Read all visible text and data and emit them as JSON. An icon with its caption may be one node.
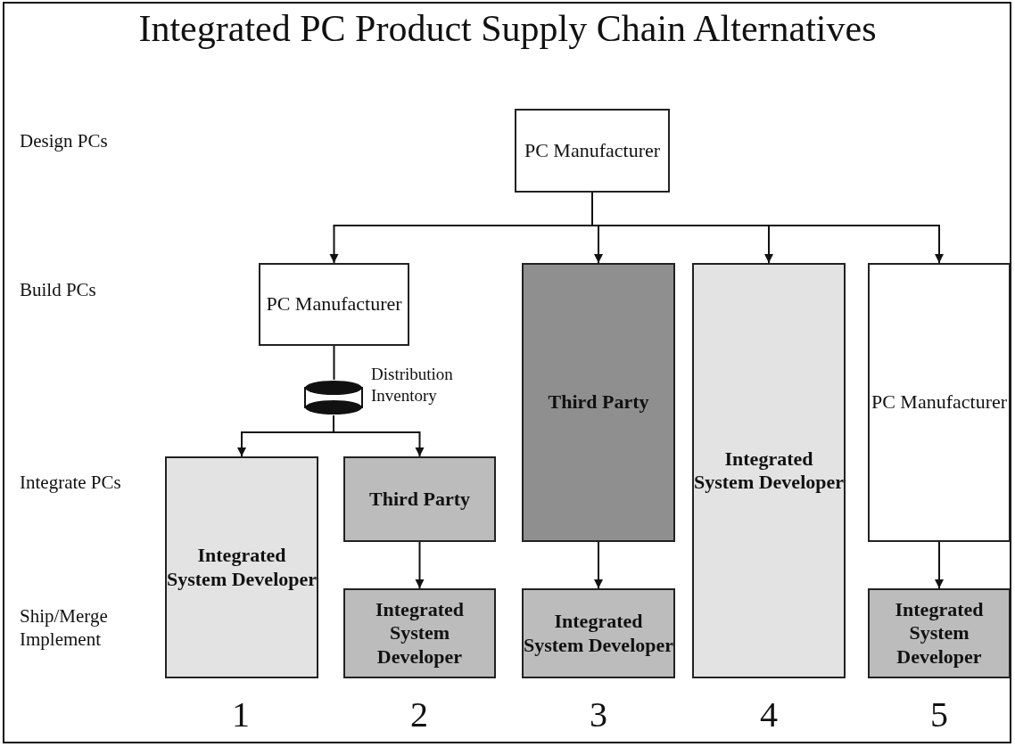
{
  "diagram": {
    "title": "Integrated PC Product Supply Chain Alternatives",
    "nodes": [
      {
        "text": [
          "PC Manufacturer"
        ]
      },
      {
        "text": [
          "PC Manufacturer"
        ]
      },
      {
        "text": [],
        "shape": "cylinder",
        "beside": [
          "Distribution Inventory"
        ]
      },
      {
        "text": [
          "Integrated System Developer"
        ]
      },
      {
        "text": [
          "Third Party"
        ]
      },
      {
        "text": [
          "Integrated System Developer"
        ]
      },
      {
        "text": [
          "Third Party"
        ]
      },
      {
        "text": [
          "Integrated System Developer"
        ]
      },
      {
        "text": [
          "Integrated System Developer"
        ]
      },
      {
        "text": [
          "PC Manufacturer"
        ]
      },
      {
        "text": [
          "Integrated System Developer"
        ]
      }
    ],
    "edges": [
      {
        "from": 0,
        "to": 1,
        "arrow": "to"
      },
      {
        "from": 0,
        "to": 6,
        "arrow": "to"
      },
      {
        "from": 0,
        "to": 8,
        "arrow": "to"
      },
      {
        "from": 0,
        "to": 9,
        "arrow": "to"
      },
      {
        "from": 1,
        "to": 2,
        "arrow": "none"
      },
      {
        "from": 2,
        "to": 3,
        "arrow": "to"
      },
      {
        "from": 2,
        "to": 4,
        "arrow": "to"
      },
      {
        "from": 4,
        "to": 5,
        "arrow": "to"
      },
      {
        "from": 6,
        "to": 7,
        "arrow": "to"
      },
      {
        "from": 9,
        "to": 10,
        "arrow": "to"
      }
    ],
    "labels": [
      "Design PCs",
      "Build PCs",
      "Integrate PCs",
      "Ship/Merge Implement",
      "1",
      "2",
      "3",
      "4",
      "5"
    ]
  }
}
